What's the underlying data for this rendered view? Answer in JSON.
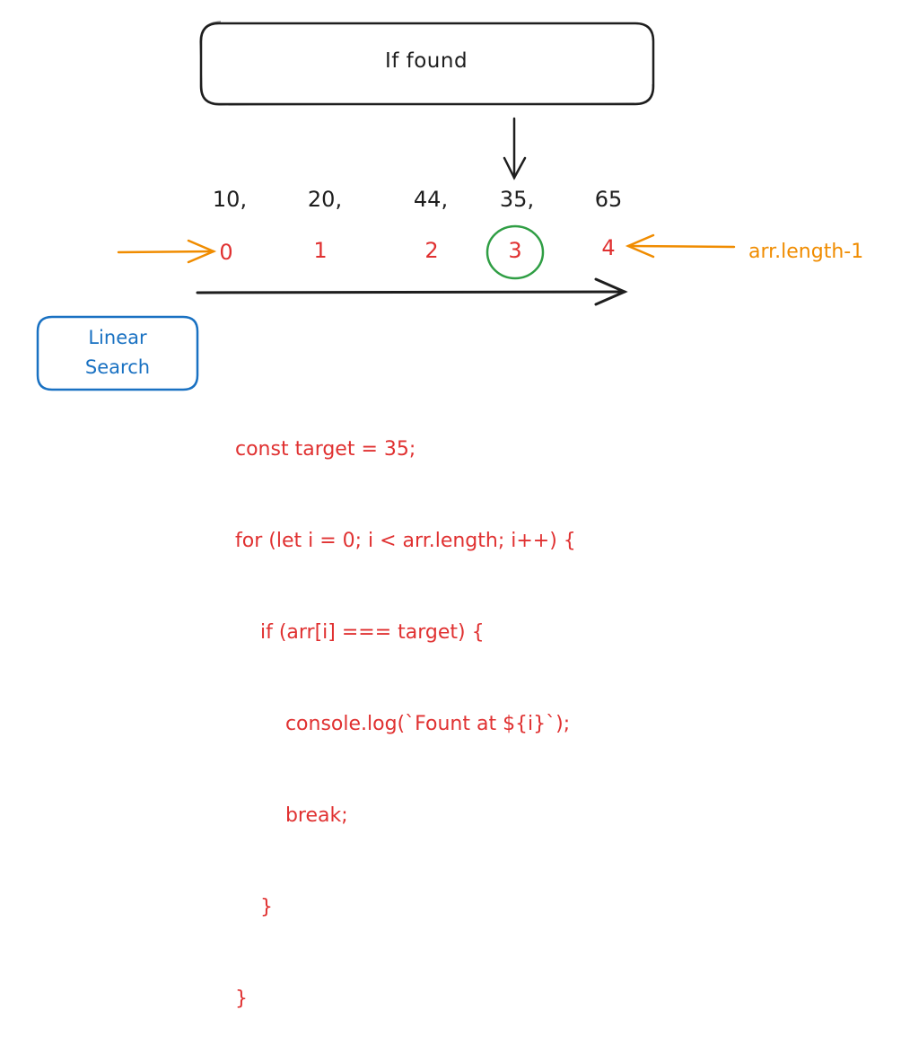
{
  "top_box": {
    "label": "If found"
  },
  "array_values": [
    "10,",
    "20,",
    "44,",
    "35,",
    "65"
  ],
  "indices": [
    "0",
    "1",
    "2",
    "3",
    "4"
  ],
  "found_index": 3,
  "end_label": "arr.length-1",
  "badge": {
    "line1": "Linear",
    "line2": "Search"
  },
  "code_lines": [
    "const target = 35;",
    "for (let i = 0; i < arr.length; i++) {",
    "    if (arr[i] === target) {",
    "        console.log(`Fount at ${i}`);",
    "        break;",
    "    }",
    "}"
  ],
  "colors": {
    "ink": "#1e1e1e",
    "index": "#e03131",
    "accent": "#f08c00",
    "found_circle": "#2f9e44",
    "badge": "#1971c2",
    "code": "#e03131"
  }
}
